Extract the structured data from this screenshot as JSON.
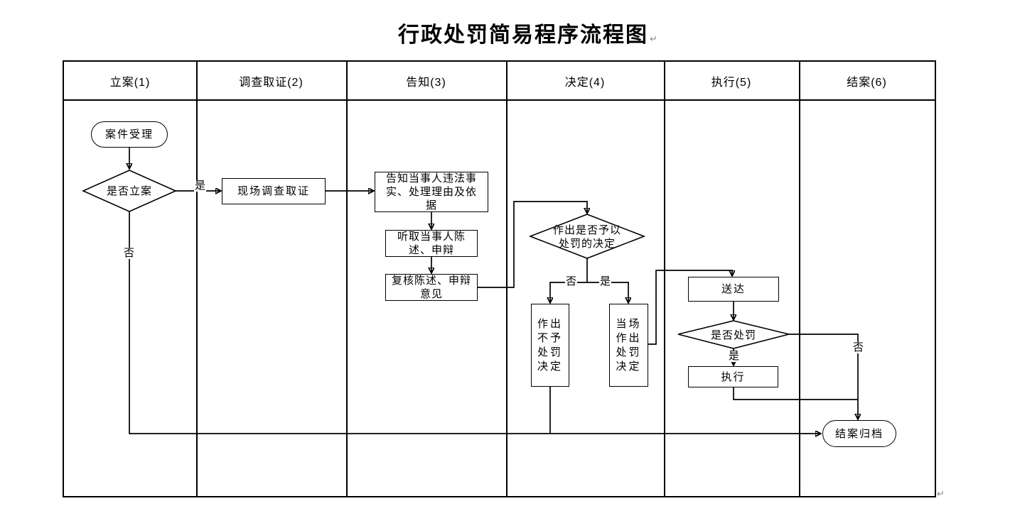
{
  "title": "行政处罚简易程序流程图",
  "marks": {
    "pilcrow": "↵"
  },
  "lanes": [
    {
      "label": "立案(1)"
    },
    {
      "label": "调查取证(2)"
    },
    {
      "label": "告知(3)"
    },
    {
      "label": "决定(4)"
    },
    {
      "label": "执行(5)"
    },
    {
      "label": "结案(6)"
    }
  ],
  "nodes": {
    "case_accept": {
      "label": "案件受理",
      "type": "start"
    },
    "is_file": {
      "label": "是否立案",
      "type": "decision"
    },
    "onsite_investigation": {
      "label": "现场调查取证",
      "type": "process"
    },
    "notify": {
      "label": "告知当事人违法事实、处理理由及依据",
      "type": "process"
    },
    "listen": {
      "label": "听取当事人陈述、申辩",
      "type": "process"
    },
    "review": {
      "label": "复核陈述、申辩意见",
      "type": "process"
    },
    "decide_penalty": {
      "label": "作出是否予以处罚的决定",
      "type": "decision"
    },
    "no_penalty_decision": {
      "label": "作出不予处罚决定",
      "type": "process"
    },
    "onsite_penalty_decision": {
      "label": "当场作出处罚决定",
      "type": "process"
    },
    "deliver": {
      "label": "送达",
      "type": "process"
    },
    "is_penalty": {
      "label": "是否处罚",
      "type": "decision"
    },
    "execute": {
      "label": "执行",
      "type": "process"
    },
    "archive": {
      "label": "结案归档",
      "type": "end"
    }
  },
  "edge_labels": {
    "is_file_yes": "是",
    "is_file_no": "否",
    "decide_no": "否",
    "decide_yes": "是",
    "is_penalty_yes": "是",
    "is_penalty_no": "否"
  },
  "colors": {
    "line": "#000000",
    "text": "#000000",
    "background": "#ffffff"
  }
}
